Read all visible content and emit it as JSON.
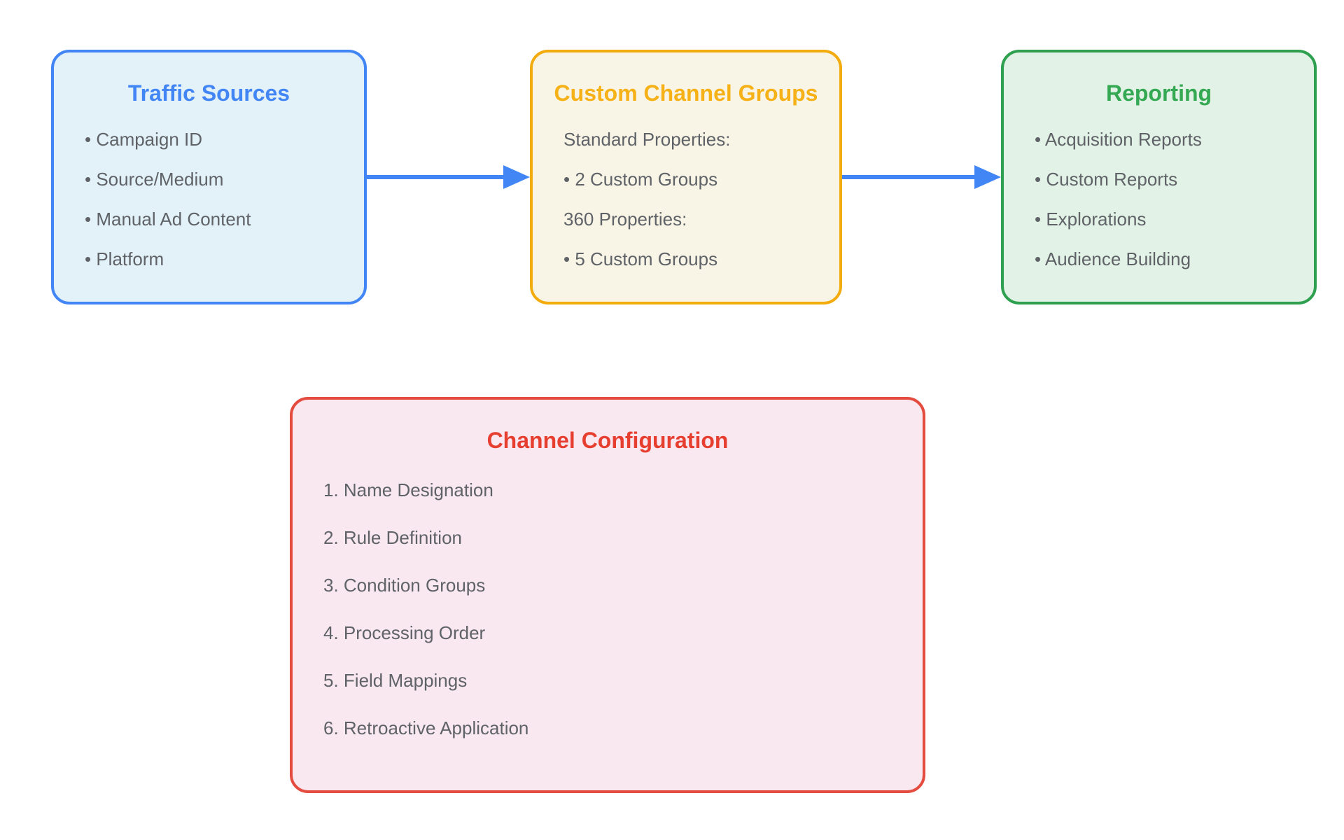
{
  "colors": {
    "blue": "#4285F4",
    "blue-bg": "#E3F1F8",
    "gold-title": "#F6B117",
    "gold-border": "#F3AC0E",
    "cream-bg": "#F8F4E6",
    "green-title": "#34A853",
    "green-border": "#2FA04F",
    "green-bg": "#E3F2E6",
    "red-title": "#E63E2F",
    "red-border": "#E34C3E",
    "pink-bg": "#F9E8F0",
    "text": "#5F6368",
    "canvas-bg": "#FFFFFF"
  },
  "diagram": {
    "traffic_sources": {
      "title": "Traffic Sources",
      "items": [
        "• Campaign ID",
        "• Source/Medium",
        "• Manual Ad Content",
        "• Platform"
      ]
    },
    "custom_channel_groups": {
      "title": "Custom Channel Groups",
      "items": [
        "Standard Properties:",
        "• 2 Custom Groups",
        "360 Properties:",
        "• 5 Custom Groups"
      ]
    },
    "reporting": {
      "title": "Reporting",
      "items": [
        "• Acquisition Reports",
        "• Custom Reports",
        "• Explorations",
        "• Audience Building"
      ]
    },
    "channel_configuration": {
      "title": "Channel Configuration",
      "items": [
        "1. Name Designation",
        "2. Rule Definition",
        "3. Condition Groups",
        "4. Processing Order",
        "5. Field Mappings",
        "6. Retroactive Application"
      ]
    }
  }
}
